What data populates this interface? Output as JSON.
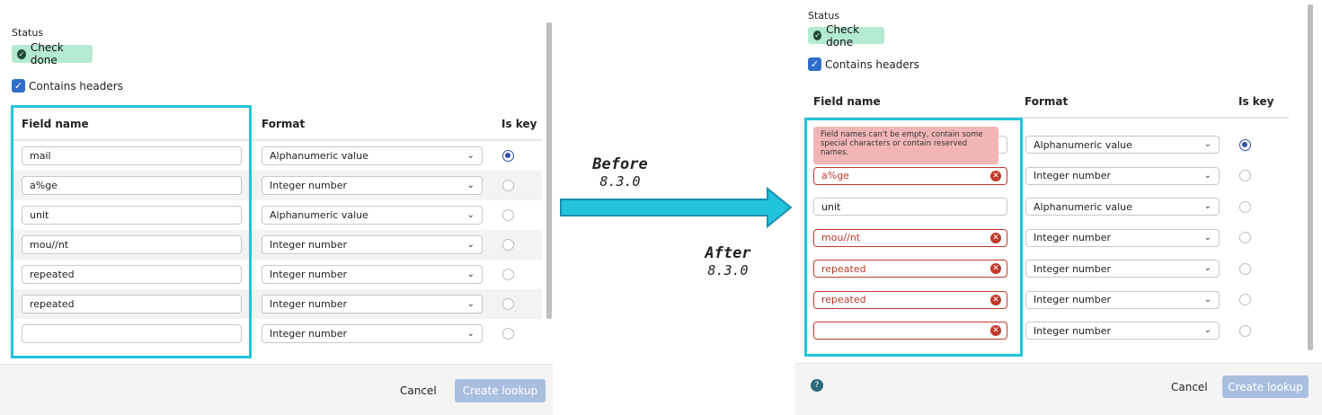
{
  "status": {
    "label": "Status",
    "badge": "Check done"
  },
  "contains_headers": "Contains headers",
  "columns": {
    "field_name": "Field name",
    "format": "Format",
    "is_key": "Is key"
  },
  "before": {
    "rows": [
      {
        "field": "mail",
        "format": "Alphanumeric value",
        "is_key": true
      },
      {
        "field": "a%ge",
        "format": "Integer number",
        "is_key": false
      },
      {
        "field": "unit",
        "format": "Alphanumeric value",
        "is_key": false
      },
      {
        "field": "mou//nt",
        "format": "Integer number",
        "is_key": false
      },
      {
        "field": "repeated",
        "format": "Integer number",
        "is_key": false
      },
      {
        "field": "repeated",
        "format": "Integer number",
        "is_key": false
      },
      {
        "field": "",
        "format": "Integer number",
        "is_key": false
      }
    ]
  },
  "after": {
    "tooltip": "Field names can't be empty, contain some special characters or contain reserved names.",
    "rows": [
      {
        "field": "",
        "format": "Alphanumeric value",
        "is_key": true,
        "error": false
      },
      {
        "field": "a%ge",
        "format": "Integer number",
        "is_key": false,
        "error": true
      },
      {
        "field": "unit",
        "format": "Alphanumeric value",
        "is_key": false,
        "error": false
      },
      {
        "field": "mou//nt",
        "format": "Integer number",
        "is_key": false,
        "error": true
      },
      {
        "field": "repeated",
        "format": "Integer number",
        "is_key": false,
        "error": true
      },
      {
        "field": "repeated",
        "format": "Integer number",
        "is_key": false,
        "error": true
      },
      {
        "field": "",
        "format": "Integer number",
        "is_key": false,
        "error": true
      }
    ]
  },
  "footer": {
    "cancel": "Cancel",
    "create": "Create lookup"
  },
  "labels": {
    "before_title": "Before",
    "before_version": "8.3.0",
    "after_title": "After",
    "after_version": "8.3.0"
  },
  "colors": {
    "highlight": "#21c4dc",
    "error": "#c0392b",
    "badge": "#b5ead2",
    "accent": "#2f6ec8"
  },
  "icons": {
    "check": "check-circle-icon",
    "error": "error-circle-icon",
    "chevron": "chevron-down-icon",
    "help": "help-icon",
    "arrow": "right-arrow-icon"
  }
}
